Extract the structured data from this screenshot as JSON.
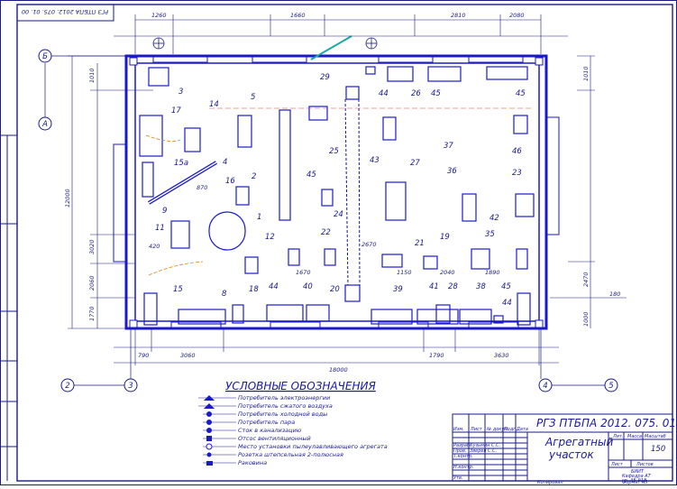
{
  "drawing": {
    "code": "РГЗ ПТБПА 2012. 075. 01. 00",
    "code_rotated": "РГЗ ПТБПА 2012. 075. 01. 00",
    "title_line1": "Агрегатный",
    "title_line2": "участок",
    "scale": "150",
    "sheet_label": "Лист",
    "sheets_label": "Листов",
    "lit_label": "Лит.",
    "mass_label": "Масса",
    "scale_label": "Масштаб",
    "org_line1": "БИИТ",
    "org_line2": "Кафедра АТ",
    "org_line3": "гр. АБ-918",
    "format_label": "Формат А3",
    "copied_label": "Копировал",
    "roles": [
      "Разраб.",
      "Пров.",
      "Т.контр.",
      "Н.контр.",
      "Утв."
    ],
    "role_values": [
      "Кузьмин С.С.",
      "Зверев С.С.",
      "",
      "",
      ""
    ],
    "header_cells": [
      "Изм.",
      "Лист",
      "№ докум.",
      "Подп.",
      "Дата"
    ]
  },
  "legend": {
    "title": "УСЛОВНЫЕ ОБОЗНАЧЕНИЯ",
    "items": [
      "Потребитель электроэнергии",
      "Потребитель сжатого воздуха",
      "Потребитель холодной воды",
      "Потребитель пара",
      "Сток в канализацию",
      "Отсос вентиляционный",
      "Место установки пылеулавливающего агрегата",
      "Розетка штепсельная 2-полюсная",
      "Раковина"
    ]
  },
  "axes": {
    "row_labels": [
      "Б",
      "А"
    ],
    "col_labels": [
      "2",
      "3",
      "4",
      "5"
    ]
  },
  "dimensions": {
    "top": [
      "1260",
      "1660",
      "2810",
      "2080"
    ],
    "bottom": [
      "790",
      "3060",
      "1790",
      "3630"
    ],
    "overall": "18000",
    "left": [
      "12000",
      "1010",
      "3020",
      "2060",
      "1770"
    ],
    "right": [
      "1010",
      "2470",
      "1000",
      "180"
    ],
    "inner": [
      "420",
      "1670",
      "2670",
      "1150",
      "2040",
      "1890",
      "870"
    ]
  },
  "equipment_labels": [
    "1",
    "2",
    "3",
    "4",
    "5",
    "8",
    "9",
    "11",
    "12",
    "14",
    "15",
    "15а",
    "16",
    "17",
    "18",
    "19",
    "20",
    "21",
    "22",
    "23",
    "24",
    "25",
    "26",
    "27",
    "28",
    "29",
    "35",
    "36",
    "37",
    "38",
    "39",
    "40",
    "41",
    "42",
    "43",
    "44",
    "44",
    "44",
    "45",
    "45",
    "45",
    "45",
    "46"
  ]
}
